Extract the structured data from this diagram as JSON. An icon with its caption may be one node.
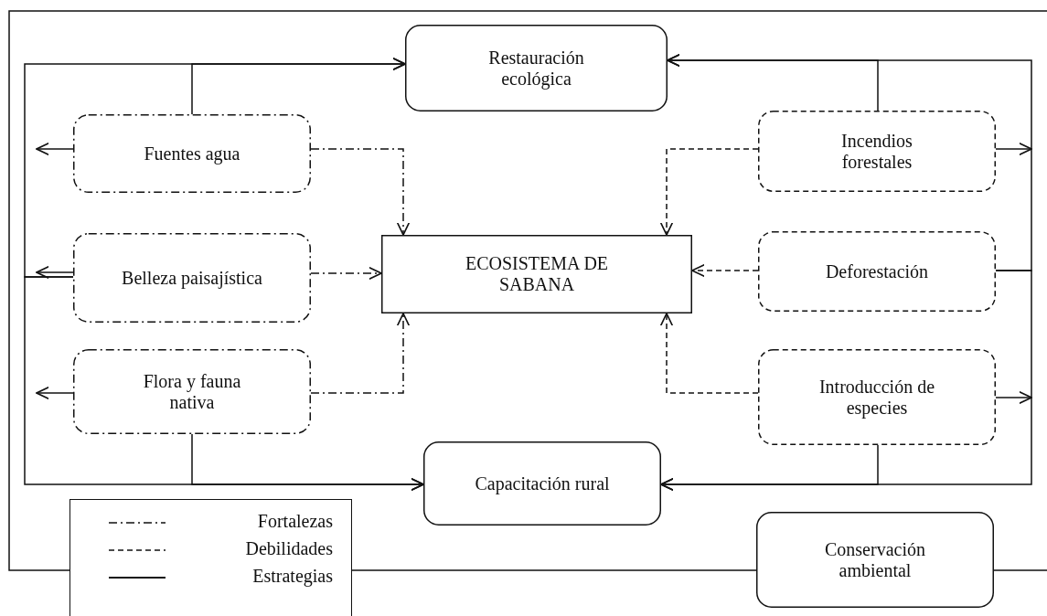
{
  "diagram": {
    "nodes": [
      {
        "text": [
          "Restauración ecológica"
        ]
      },
      {
        "text": [
          "Fuentes agua"
        ]
      },
      {
        "text": [
          "Incendios forestales"
        ]
      },
      {
        "text": [
          "ECOSISTEMA DE SABANA"
        ]
      },
      {
        "text": [
          "Belleza paisajística"
        ]
      },
      {
        "text": [
          "Deforestación"
        ]
      },
      {
        "text": [
          "Flora y fauna nativa"
        ]
      },
      {
        "text": [
          "Introducción de especies"
        ]
      },
      {
        "text": [
          "Capacitación rural"
        ]
      },
      {
        "text": [
          "Conservación ambiental"
        ]
      }
    ],
    "edges": [
      {
        "from": 1,
        "to": 0,
        "arrow": "to"
      },
      {
        "from": 1,
        "to": null,
        "arrow": "to"
      },
      {
        "from": 4,
        "to": 0,
        "arrow": "to"
      },
      {
        "from": 4,
        "to": 8,
        "arrow": "to"
      },
      {
        "from": 4,
        "to": null,
        "arrow": "to"
      },
      {
        "from": 6,
        "to": null,
        "arrow": "to"
      },
      {
        "from": 6,
        "to": 8,
        "arrow": "to"
      },
      {
        "from": 1,
        "to": 3,
        "arrow": "to",
        "style": "dashed"
      },
      {
        "from": 4,
        "to": 3,
        "arrow": "to",
        "style": "dashed"
      },
      {
        "from": 6,
        "to": 3,
        "arrow": "to",
        "style": "dashed"
      },
      {
        "from": 2,
        "to": 0,
        "arrow": "to"
      },
      {
        "from": 2,
        "to": null,
        "arrow": "to"
      },
      {
        "from": 5,
        "to": 0,
        "arrow": "to"
      },
      {
        "from": 5,
        "to": 8,
        "arrow": "to"
      },
      {
        "from": 7,
        "to": null,
        "arrow": "to"
      },
      {
        "from": 7,
        "to": 8,
        "arrow": "to"
      },
      {
        "from": 2,
        "to": 3,
        "arrow": "to",
        "style": "dashed"
      },
      {
        "from": 5,
        "to": 3,
        "arrow": "to",
        "style": "dashed"
      },
      {
        "from": 7,
        "to": 3,
        "arrow": "to",
        "style": "dashed"
      }
    ],
    "legend": [
      {
        "text": "Fortalezas"
      },
      {
        "text": "Debilidades"
      },
      {
        "text": "Estrategias"
      }
    ]
  }
}
